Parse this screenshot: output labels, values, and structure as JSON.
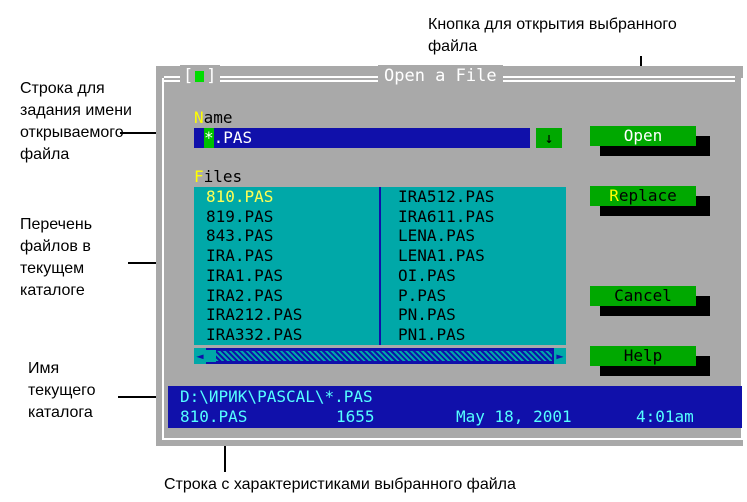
{
  "callouts": {
    "open_button": "Кнопка для открытия выбранного\nфайла",
    "name_line": "Строка для\nзадания имени\nоткрываемого\nфайла",
    "file_list": "Перечень\nфайлов в\nтекущем\nкаталоге",
    "current_dir": "Имя\nтекущего\nкаталога",
    "file_info": "Строка с характеристиками выбранного файла"
  },
  "dialog": {
    "title": "Open a File",
    "close_box": "[■]",
    "name_label_hot": "N",
    "name_label_rest": "ame",
    "name_value_first": "*",
    "name_value_rest": ".PAS",
    "history_arrow": "↓",
    "files_label_hot": "F",
    "files_label_rest": "iles",
    "files_col1": [
      "810.PAS",
      "819.PAS",
      "843.PAS",
      "IRA.PAS",
      "IRA1.PAS",
      "IRA2.PAS",
      "IRA212.PAS",
      "IRA332.PAS"
    ],
    "files_col2": [
      "IRA512.PAS",
      "IRA611.PAS",
      "LENA.PAS",
      "LENA1.PAS",
      "OI.PAS",
      "P.PAS",
      "PN.PAS",
      "PN1.PAS"
    ],
    "selected_file": "810.PAS",
    "scroll_left": "◄",
    "scroll_right": "►",
    "buttons": {
      "open": "Open",
      "replace_hot": "R",
      "replace_rest": "eplace",
      "cancel": "Cancel",
      "help": "Help"
    },
    "info": {
      "path": "D:\\ИРИК\\PASCAL\\*.PAS",
      "file_name": "810.PAS",
      "file_size": "1655",
      "file_date": "May 18, 2001",
      "file_time": "4:01am"
    }
  },
  "colors": {
    "dialog_gray": "#a9a9a9",
    "input_blue": "#1010aa",
    "list_cyan": "#00a8a8",
    "button_green": "#00a800",
    "hotkey_yellow": "#ffff00"
  }
}
